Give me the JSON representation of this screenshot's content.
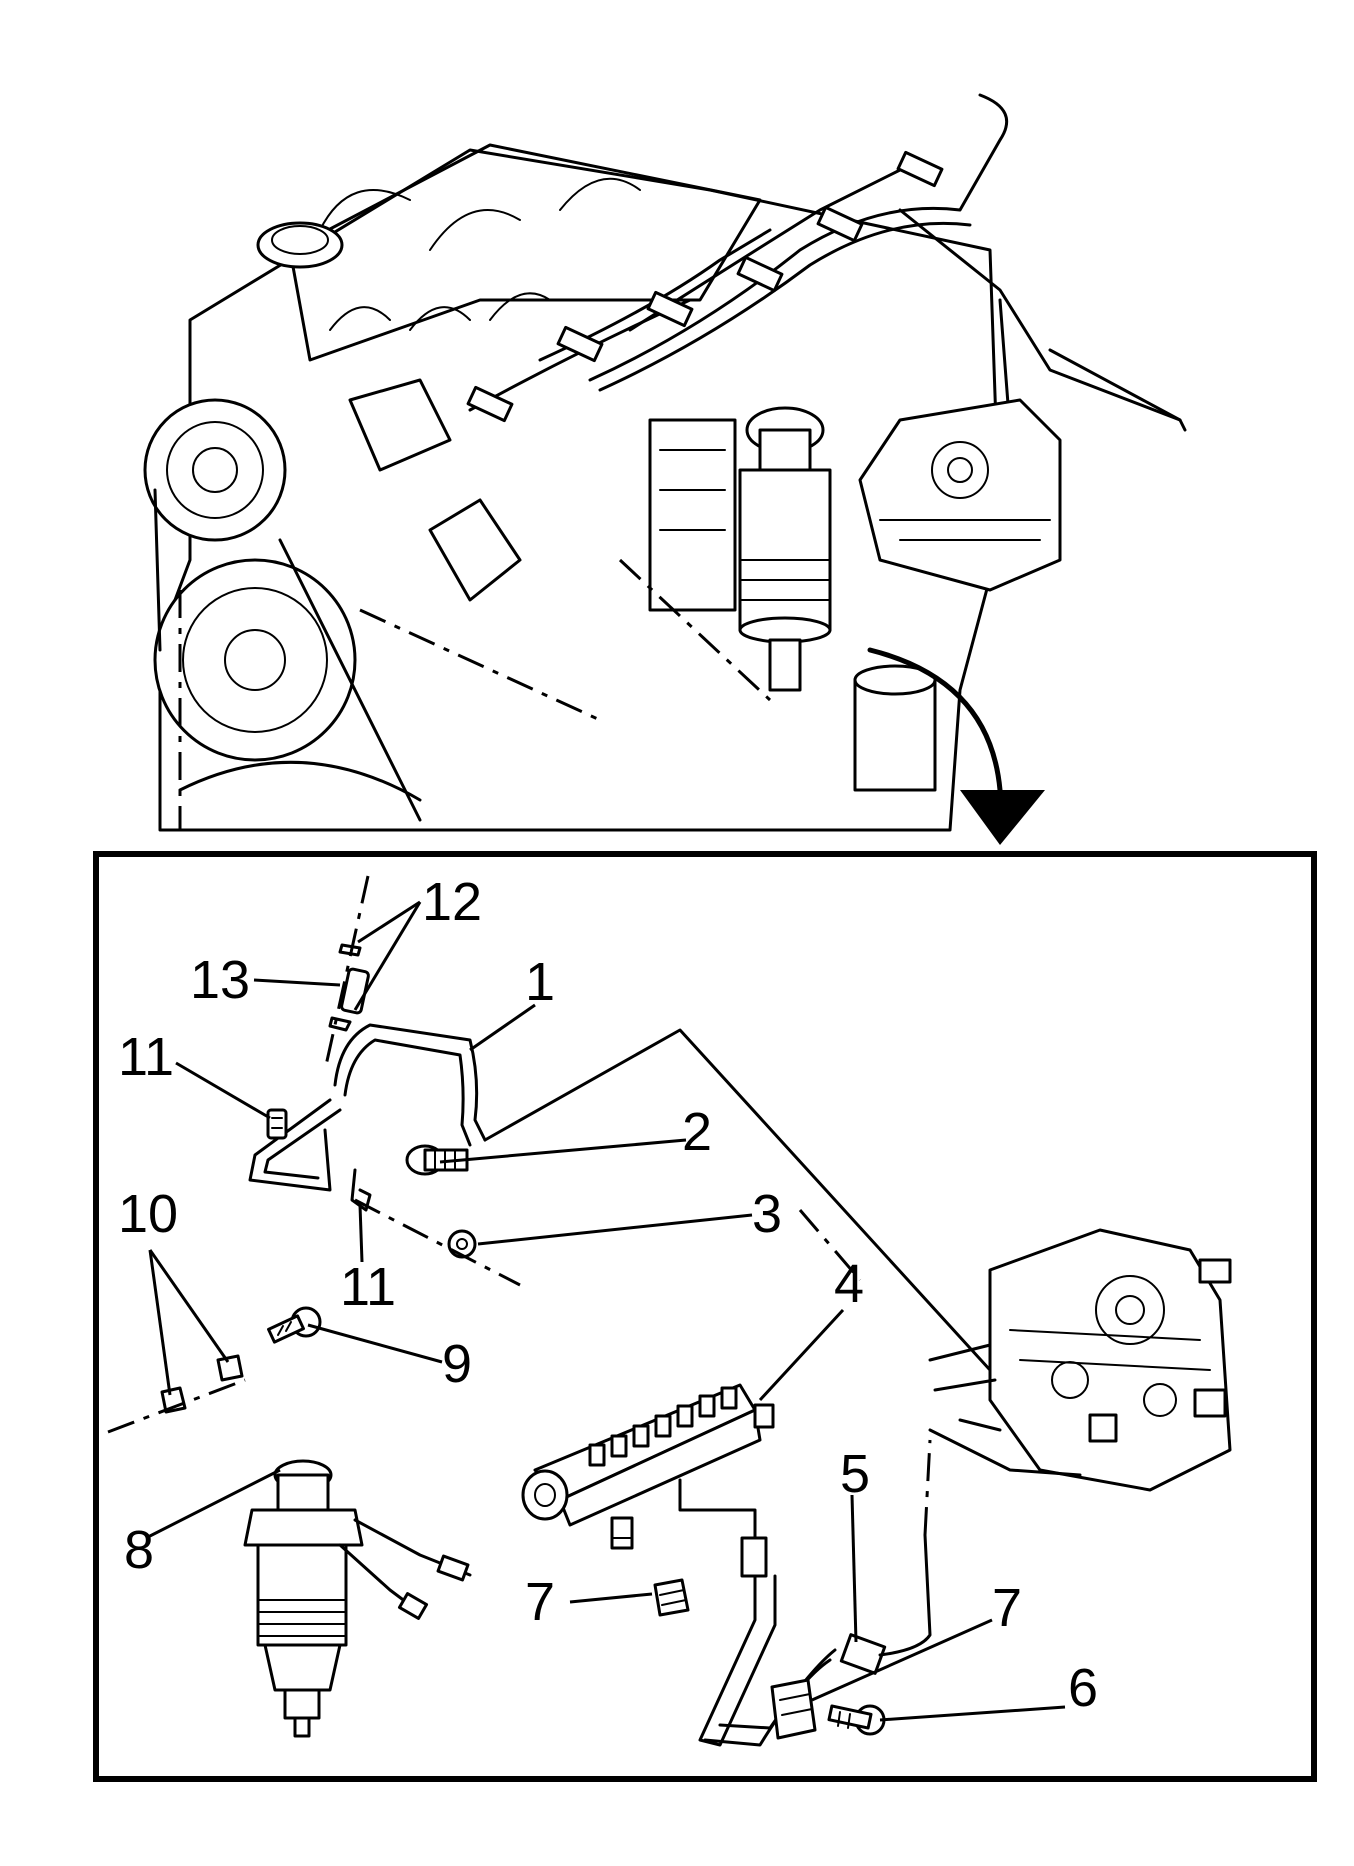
{
  "figure": {
    "callouts": [
      {
        "id": "1",
        "label": "1"
      },
      {
        "id": "2",
        "label": "2"
      },
      {
        "id": "3",
        "label": "3"
      },
      {
        "id": "4",
        "label": "4"
      },
      {
        "id": "5",
        "label": "5"
      },
      {
        "id": "6",
        "label": "6"
      },
      {
        "id": "7a",
        "label": "7"
      },
      {
        "id": "7b",
        "label": "7"
      },
      {
        "id": "8",
        "label": "8"
      },
      {
        "id": "9",
        "label": "9"
      },
      {
        "id": "10",
        "label": "10"
      },
      {
        "id": "11a",
        "label": "11"
      },
      {
        "id": "11b",
        "label": "11"
      },
      {
        "id": "12",
        "label": "12"
      },
      {
        "id": "13",
        "label": "13"
      }
    ],
    "icons": {
      "detail_arrow": "curved-arrow-icon"
    }
  }
}
